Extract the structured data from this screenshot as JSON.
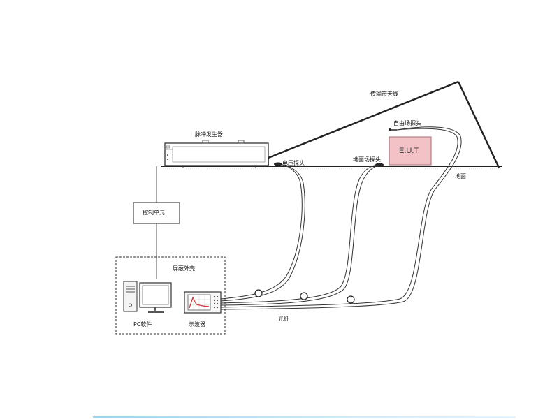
{
  "labels": {
    "antenna": "传输带天线",
    "pulse_generator": "脉冲发生器",
    "free_field_probe": "自由场探头",
    "eut": "E.U.T.",
    "voltage_probe": "电压探头",
    "ground_field_probe": "地面场探头",
    "ground_plane": "地面",
    "control_unit": "控制单元",
    "shielded_enclosure": "屏蔽外壳",
    "pc_software": "PC软件",
    "oscilloscope": "示波器",
    "fiber": "光纤"
  },
  "colors": {
    "eut_fill": "#f2c2c6",
    "eut_stroke": "#a66a70",
    "line": "#222222",
    "waveform": "#d23a3a",
    "bottom_bar": "#9fd3ec"
  }
}
